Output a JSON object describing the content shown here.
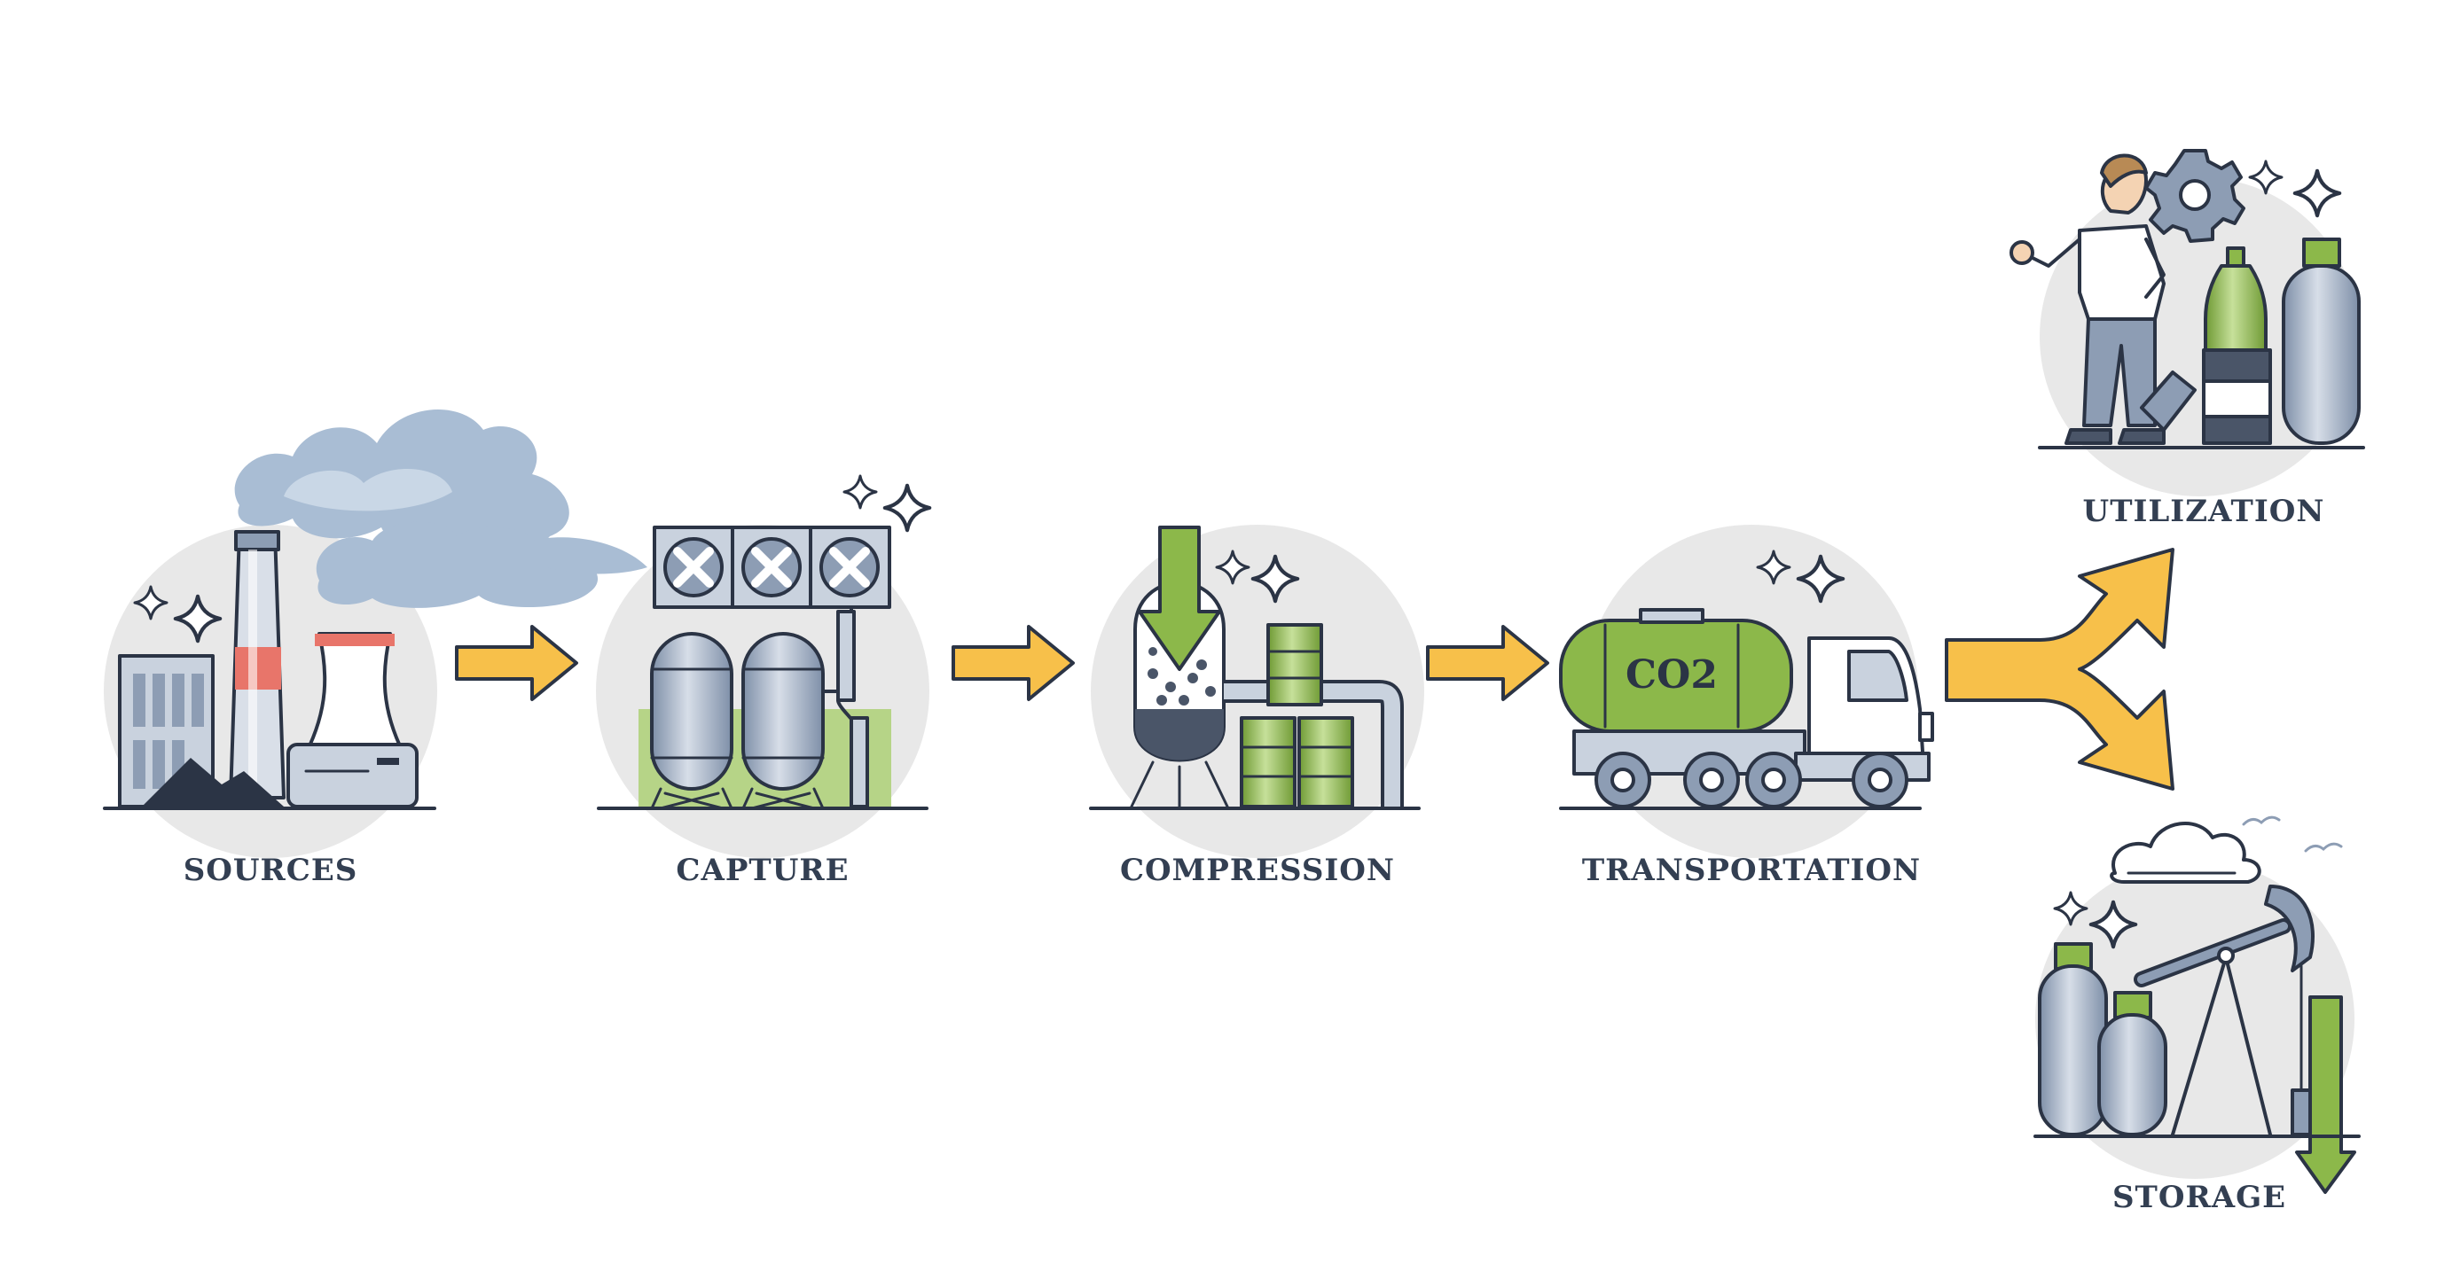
{
  "stages": {
    "sources": "SOURCES",
    "capture": "CAPTURE",
    "compression": "COMPRESSION",
    "transportation": "TRANSPORTATION",
    "utilization": "UTILIZATION",
    "storage": "STORAGE"
  },
  "tank_label": "CO2",
  "colors": {
    "background": "#ffffff",
    "circle_bg": "#e8e8e8",
    "outline": "#2b3445",
    "arrow": "#f7c04a",
    "green": "#8cb84a",
    "light_green": "#b6d487",
    "steel_blue": "#8d9db4",
    "light_steel": "#c9d2de",
    "smoke": "#a9bdd4",
    "red_band": "#e8756a",
    "text": "#333f52"
  }
}
